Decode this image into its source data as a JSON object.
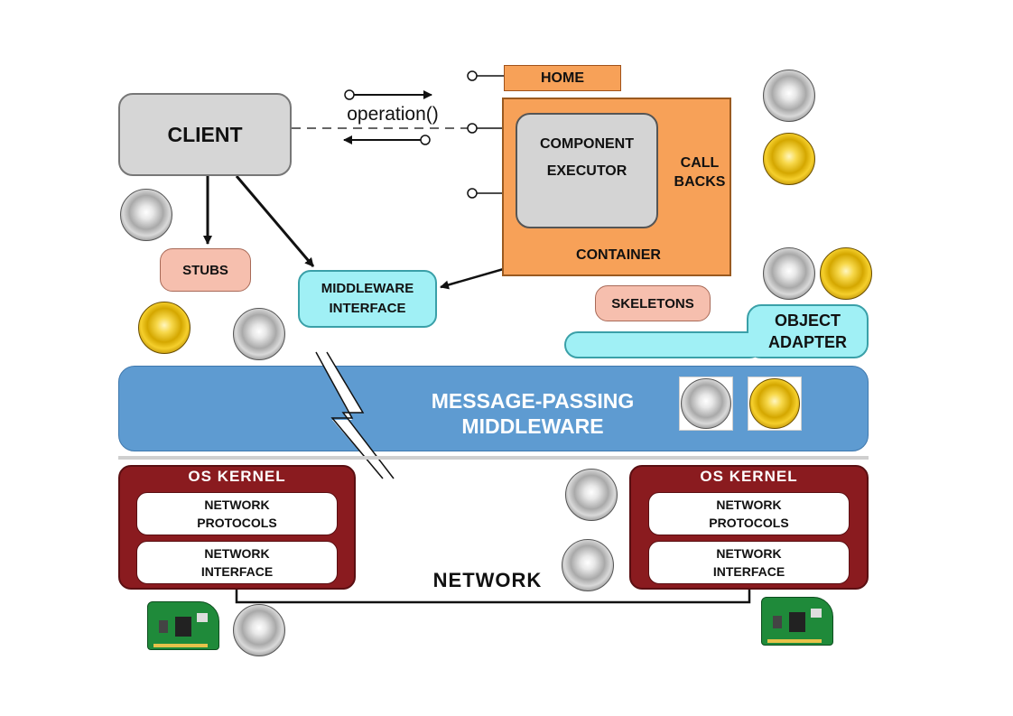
{
  "labels": {
    "client": "CLIENT",
    "home": "HOME",
    "operation": "operation()",
    "component_executor": [
      "COMPONENT",
      "EXECUTOR"
    ],
    "call_backs": [
      "CALL",
      "BACKS"
    ],
    "container": "CONTAINER",
    "stubs": "STUBS",
    "middleware_interface": [
      "MIDDLEWARE",
      "INTERFACE"
    ],
    "skeletons": "SKELETONS",
    "object_adapter": [
      "OBJECT",
      "ADAPTER"
    ],
    "message_passing_middleware": [
      "MESSAGE-PASSING",
      "MIDDLEWARE"
    ],
    "os_kernel_left": "OS KERNEL",
    "os_kernel_right": "OS KERNEL",
    "network_protocols": [
      "NETWORK",
      "PROTOCOLS"
    ],
    "network_interface": [
      "NETWORK",
      "INTERFACE"
    ],
    "network": "NETWORK"
  },
  "colors": {
    "client": "#d6d6d6",
    "container": "#f7a158",
    "stubs_skeletons": "#f6bfae",
    "middleware_interface": "#a0f0f5",
    "message_passing": "#5e9bd1",
    "os_kernel": "#8a1b1f",
    "network_card": "#1f8a3a"
  },
  "icons": {
    "silver_disc": "silver-disc-icon",
    "gold_disc": "gold-disc-icon",
    "network_card": "network-card-icon"
  }
}
